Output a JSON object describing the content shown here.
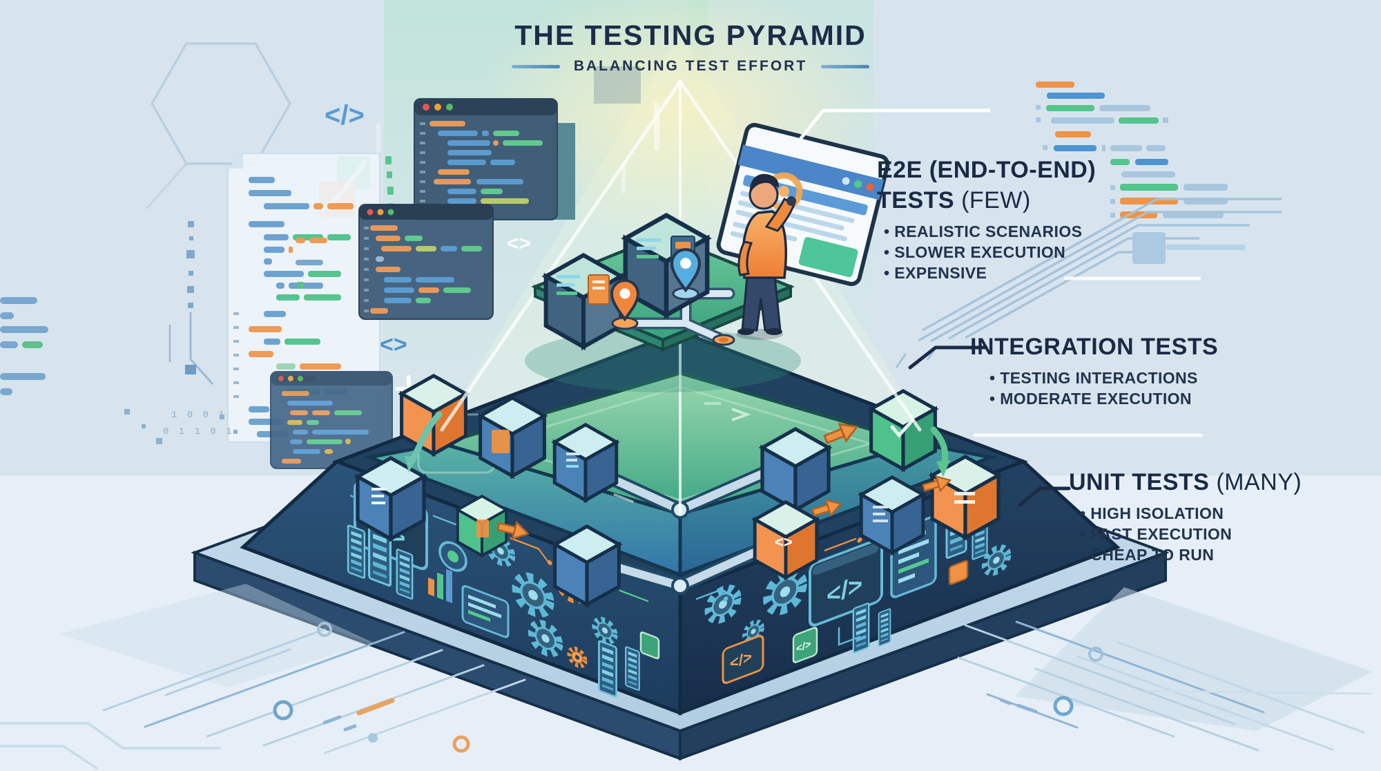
{
  "palette": {
    "background": "#d7e4ee",
    "title_navy": "#1d2c49",
    "accent_orange": "#ef9243",
    "accent_green": "#52c48c",
    "accent_blue": "#5b9bd0",
    "tier_top_green": "#4fbb8c",
    "tier_mid_teal": "#3f9dab",
    "tier_unit_navy": "#27517a",
    "base_slab_navy": "#2b4c6e",
    "wireframe_white": "#ffffff",
    "connector_navy": "#1b2b47"
  },
  "header": {
    "title": "THE TESTING PYRAMID",
    "subtitle": "BALANCING TEST EFFORT"
  },
  "callouts": {
    "e2e": {
      "title_line1": "E2E (END-TO-END)",
      "title_line2_bold": "TESTS",
      "title_line2_light": "(FEW)",
      "bullets": [
        "• REALISTIC SCENARIOS",
        "• SLOWER EXECUTION",
        "• EXPENSIVE"
      ]
    },
    "integration": {
      "title": "INTEGRATION TESTS",
      "bullets": [
        "• TESTING INTERACTIONS",
        "• MODERATE EXECUTION"
      ]
    },
    "unit": {
      "title_bold": "UNIT TESTS",
      "title_light": "(MANY)",
      "bullets": [
        "• HIGH ISOLATION",
        "• FAST EXECUTION",
        "• CHEAP TO RUN"
      ]
    }
  },
  "glyphs": {
    "code_tag": "</>",
    "angle_brackets": "<>",
    "binary_row_1": "1 0 0 1",
    "binary_row_2": "0 1 1 0 1"
  }
}
